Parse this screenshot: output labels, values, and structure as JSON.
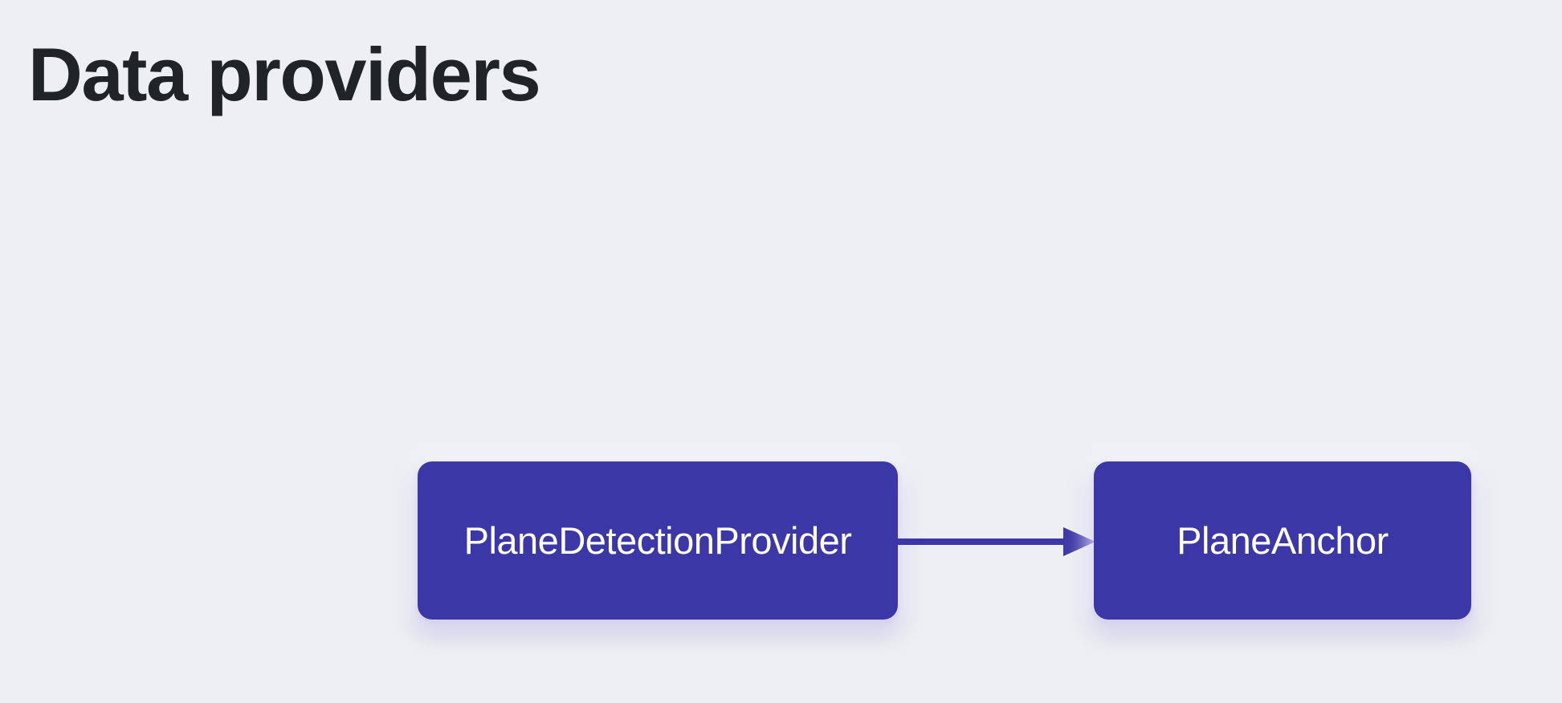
{
  "page": {
    "title": "Data providers"
  },
  "diagram": {
    "nodes": [
      {
        "id": "plane-detection-provider",
        "label": "PlaneDetectionProvider"
      },
      {
        "id": "plane-anchor",
        "label": "PlaneAnchor"
      }
    ],
    "edges": [
      {
        "from": "plane-detection-provider",
        "to": "plane-anchor",
        "direction": "right",
        "style": "solid-arrow"
      }
    ]
  },
  "colors": {
    "background": "#edeff2",
    "title_text": "#212427",
    "node_fill": "#3c37a6",
    "node_text": "#ffffff",
    "arrow": "#3c37a6",
    "node_glow": "rgba(104,96,205,0.45)"
  }
}
